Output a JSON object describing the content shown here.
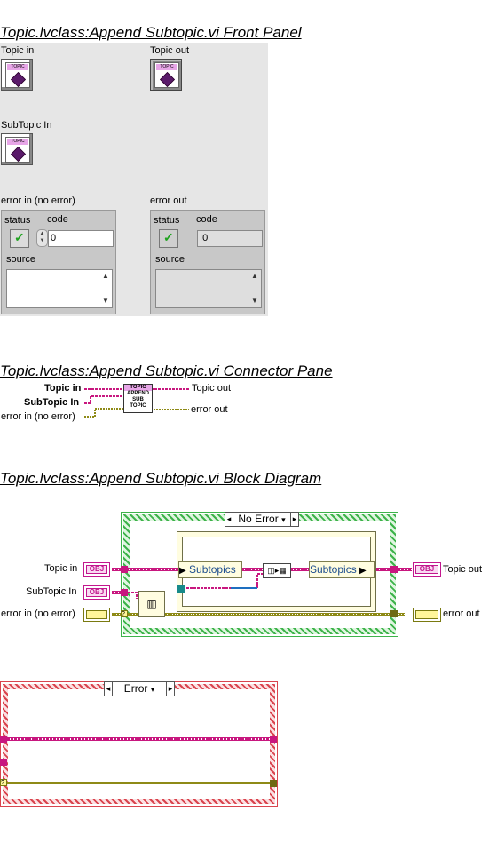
{
  "front_panel": {
    "heading": "Topic.lvclass:Append Subtopic.vi Front Panel",
    "topic_in_label": "Topic in",
    "topic_out_label": "Topic out",
    "subtopic_in_label": "SubTopic In",
    "icon_tag": "TOPIC",
    "error_in": {
      "label": "error in (no error)",
      "status_label": "status",
      "code_label": "code",
      "code_value": "0",
      "source_label": "source"
    },
    "error_out": {
      "label": "error out",
      "status_label": "status",
      "code_label": "code",
      "code_value": "0",
      "source_label": "source"
    }
  },
  "connector_pane": {
    "heading": "Topic.lvclass:Append Subtopic.vi Connector Pane",
    "inputs": [
      "Topic in",
      "SubTopic In",
      "error in (no error)"
    ],
    "outputs": [
      "Topic out",
      "error out"
    ],
    "icon_lines": [
      "TOPIC",
      "APPEND",
      "SUB",
      "TOPIC"
    ]
  },
  "block_diagram": {
    "heading": "Topic.lvclass:Append Subtopic.vi Block Diagram",
    "case1_selector": "No Error",
    "case2_selector": "Error",
    "inputs": [
      "Topic in",
      "SubTopic In",
      "error in (no error)"
    ],
    "outputs": [
      "Topic out",
      "error out"
    ],
    "terminal_obj": "OBJ",
    "unbundle_label": "Subtopics",
    "bundle_label": "Subtopics"
  },
  "colors": {
    "class_wire": "#c8177f",
    "error_wire": "#8e8a16",
    "case_green": "#3db34a",
    "case_red": "#d9444e"
  }
}
